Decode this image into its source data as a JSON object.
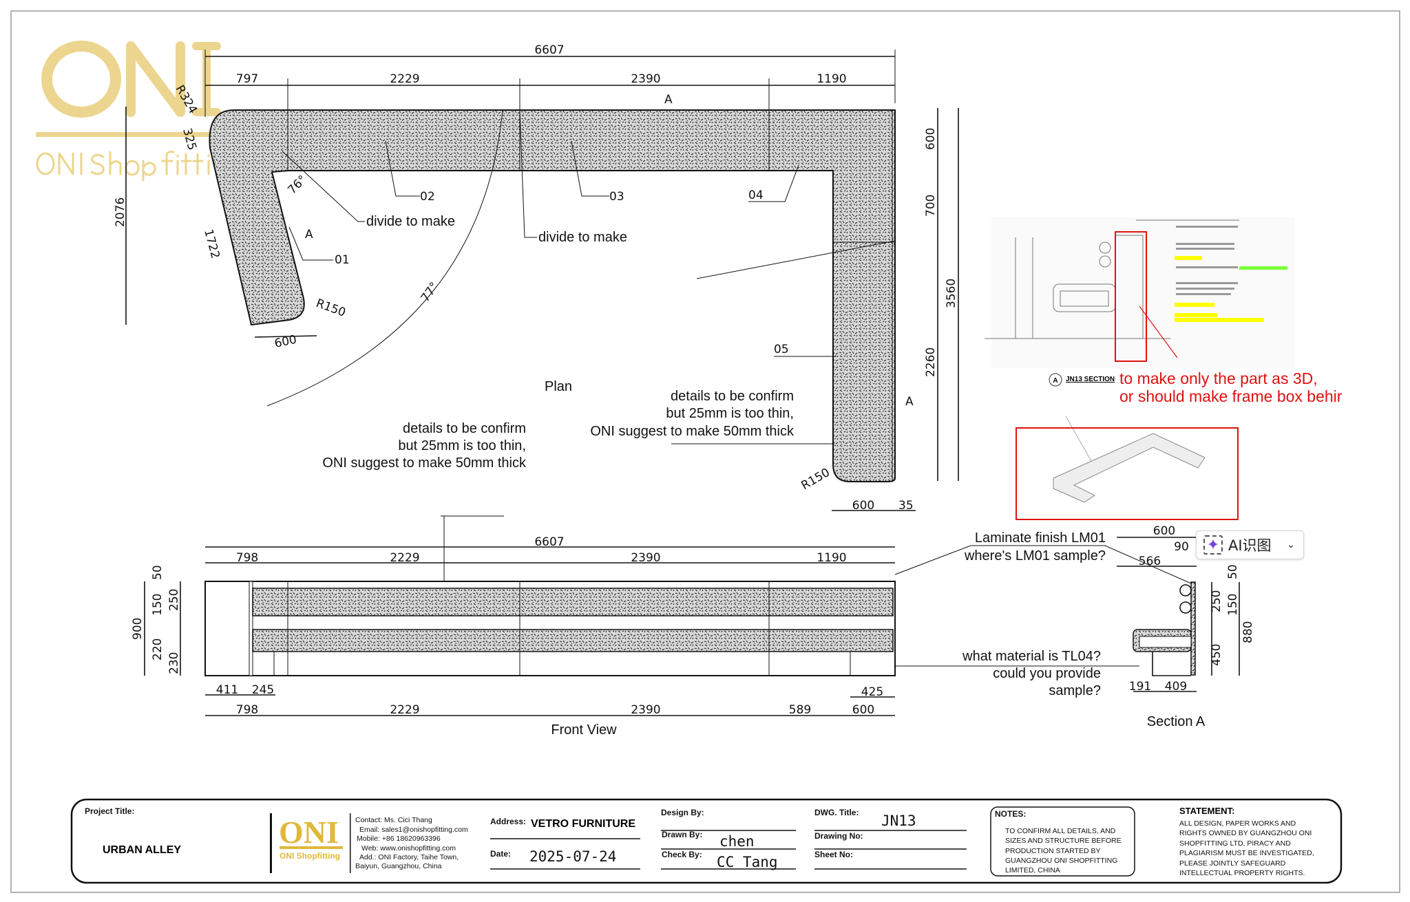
{
  "watermark": {
    "logo": "ONI",
    "name": "ONI Shopfitting"
  },
  "plan": {
    "title": "Plan",
    "overall": "6607",
    "segments": [
      "797",
      "2229",
      "2390",
      "1190"
    ],
    "left_dims": {
      "r324": "R324",
      "d325": "325",
      "h2076": "2076",
      "l1722": "1722",
      "w600": "600",
      "r150": "R150",
      "a76": "76°",
      "a77": "77°"
    },
    "right_dims": {
      "d600": "600",
      "d700": "700",
      "d2260": "2260",
      "d3560": "3560",
      "b600": "600",
      "b35": "35",
      "r150": "R150"
    },
    "parts": [
      "01",
      "02",
      "03",
      "04",
      "05"
    ],
    "section_marks": [
      "A",
      "A",
      "A"
    ],
    "divide_labels": [
      "divide to make",
      "divide to make"
    ],
    "note_left": [
      "details to be confirm",
      "but 25mm is too thin,",
      "ONI suggest to make 50mm thick"
    ],
    "note_right": [
      "details to be confirm",
      "but 25mm is too thin,",
      "ONI suggest to make 50mm thick"
    ]
  },
  "front": {
    "title": "Front View",
    "overall": "6607",
    "top_segments": [
      "798",
      "2229",
      "2390",
      "1190"
    ],
    "bottom_segments": [
      "798",
      "2229",
      "2390",
      "589",
      "600"
    ],
    "small": [
      "411",
      "245",
      "425"
    ],
    "heights": {
      "h900": "900",
      "h50": "50",
      "h250": "250",
      "h150": "150",
      "h220": "220",
      "h230": "230"
    }
  },
  "reference": {
    "section_tag": "A",
    "section_title": "JN13 SECTION",
    "red_note": [
      "to make only the part as 3D,",
      "or should make frame box behir"
    ],
    "highlight_colors": {
      "red": "#e01010",
      "yellow": "#ffff00",
      "green": "#7cff3a"
    }
  },
  "section_a": {
    "title": "Section A",
    "dims": {
      "w600": "600",
      "w90": "90",
      "w566": "566",
      "h50": "50",
      "h250": "250",
      "h150": "150",
      "h880": "880",
      "h450": "450",
      "b191": "191",
      "b409": "409"
    },
    "q_laminate": [
      "Laminate finish LM01",
      "where's LM01 sample?"
    ],
    "q_tl04": [
      "what material is TL04?",
      "could you provide",
      "sample?"
    ]
  },
  "ai_button": {
    "label": "AI识图",
    "icon": "sparkle-scan-icon",
    "dropdown_icon": "chevron-down-icon"
  },
  "title_block": {
    "project_title_label": "Project Title:",
    "project_title": "URBAN ALLEY",
    "logo": "ONI",
    "logo_sub": "ONI Shopfitting",
    "contact": [
      "Contact:  Ms. Cici Thang",
      "Email: sales1@onishopfitting.com",
      "Mobile:  +86 18620963396",
      "Web: www.onishopfitting.com",
      "Add.:  ONI Factory, Taihe Town,",
      "Baiyun, Guangzhou, China"
    ],
    "address_label": "Address:",
    "address": "VETRO FURNITURE",
    "date_label": "Date:",
    "date": "2025-07-24",
    "design_by_label": "Design By:",
    "drawn_by_label": "Drawn By:",
    "drawn_by": "chen",
    "check_by_label": "Check By:",
    "check_by": "CC Tang",
    "dwg_title_label": "DWG. Title:",
    "dwg_title": "JN13",
    "drawing_no_label": "Drawing No:",
    "sheet_no_label": "Sheet No:",
    "notes_label": "NOTES:",
    "notes": [
      "TO CONFIRM ALL DETAILS, AND",
      "SIZES AND STRUCTURE BEFORE",
      "PRODUCTION STARTED BY",
      "GUANGZHOU ONI SHOPFITTING",
      "LIMITED, CHINA"
    ],
    "statement_label": "STATEMENT:",
    "statement": [
      "ALL DESIGN, PAPER WORKS AND",
      "RIGHTS OWNED BY GUANGZHOU ONI",
      "SHOPFITTING LTD, PIRACY AND",
      "PLAGIARISM MUST BE INVESTIGATED,",
      "PLEASE JOINTLY SAFEGUARD",
      "INTELLECTUAL PROPERTY RIGHTS."
    ]
  }
}
